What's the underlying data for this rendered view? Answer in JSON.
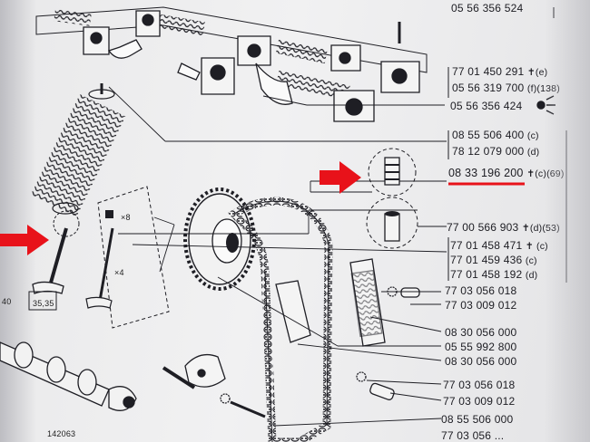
{
  "colors": {
    "ink": "#1e1e24",
    "paper": "#ececee",
    "highlight": "#e8121a"
  },
  "labels": {
    "p1": {
      "part": "05 56 356 524",
      "suffix": ""
    },
    "p2a": {
      "part": "77 01 450 291",
      "suffix": "✝(e)"
    },
    "p2b": {
      "part": "05 56 319 700",
      "suffix": "(f)(138)"
    },
    "p3": {
      "part": "05 56 356 424",
      "suffix": ""
    },
    "p4a": {
      "part": "08 55 506 400",
      "suffix": "(c)"
    },
    "p4b": {
      "part": "78 12 079 000",
      "suffix": "(d)"
    },
    "p5": {
      "part": "08 33 196 200",
      "suffix": "✝(c)(69)"
    },
    "p6": {
      "part": "77 00 566 903",
      "suffix": "✝(d)(53)"
    },
    "p7a": {
      "part": "77 01 458 471",
      "suffix": "✝ (c)"
    },
    "p7b": {
      "part": "77 01 459 436",
      "suffix": "(c)"
    },
    "p7c": {
      "part": "77 01 458 192",
      "suffix": "(d)"
    },
    "p8": {
      "part": "77 03 056 018",
      "suffix": ""
    },
    "p9": {
      "part": "77 03 009 012",
      "suffix": ""
    },
    "p10": {
      "part": "08 30 056 000",
      "suffix": ""
    },
    "p11": {
      "part": "05 55 992 800",
      "suffix": ""
    },
    "p12": {
      "part": "08 30 056 000",
      "suffix": ""
    },
    "p13": {
      "part": "77 03 056 018",
      "suffix": ""
    },
    "p14": {
      "part": "77 03 009 012",
      "suffix": ""
    },
    "p15": {
      "part": "08 55 506 000",
      "suffix": ""
    },
    "p16": {
      "part": "77 03 056 ...",
      "suffix": ""
    }
  },
  "callouts": {
    "qty_top": "×8",
    "qty_bottom": "×4",
    "valve_dim": "35,35",
    "left_dim": "40",
    "corner_code": "142063"
  },
  "icons": [
    "arrow-right-icon",
    "arrow-right-icon",
    "marker-icon"
  ]
}
